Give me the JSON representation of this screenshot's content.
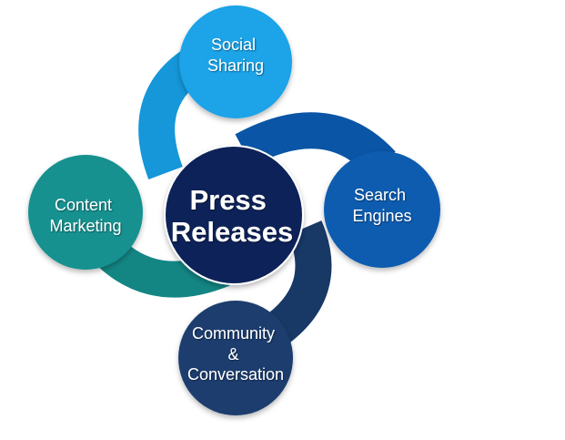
{
  "diagram": {
    "center": {
      "lines": [
        "Press",
        "Releases"
      ],
      "color": "#0d2358"
    },
    "nodes": [
      {
        "key": "social",
        "lines": [
          "Social",
          "Sharing"
        ],
        "color": "#1aa3e8",
        "arm_color": "#1597d9"
      },
      {
        "key": "search",
        "lines": [
          "Search",
          "Engines"
        ],
        "color": "#0b5bb0",
        "arm_color": "#0a55a6"
      },
      {
        "key": "community",
        "lines": [
          "Community",
          "&",
          "Conversation"
        ],
        "color": "#1c3d6e",
        "arm_color": "#183866"
      },
      {
        "key": "content",
        "lines": [
          "Content",
          "Marketing"
        ],
        "color": "#14918f",
        "arm_color": "#138684"
      }
    ]
  }
}
